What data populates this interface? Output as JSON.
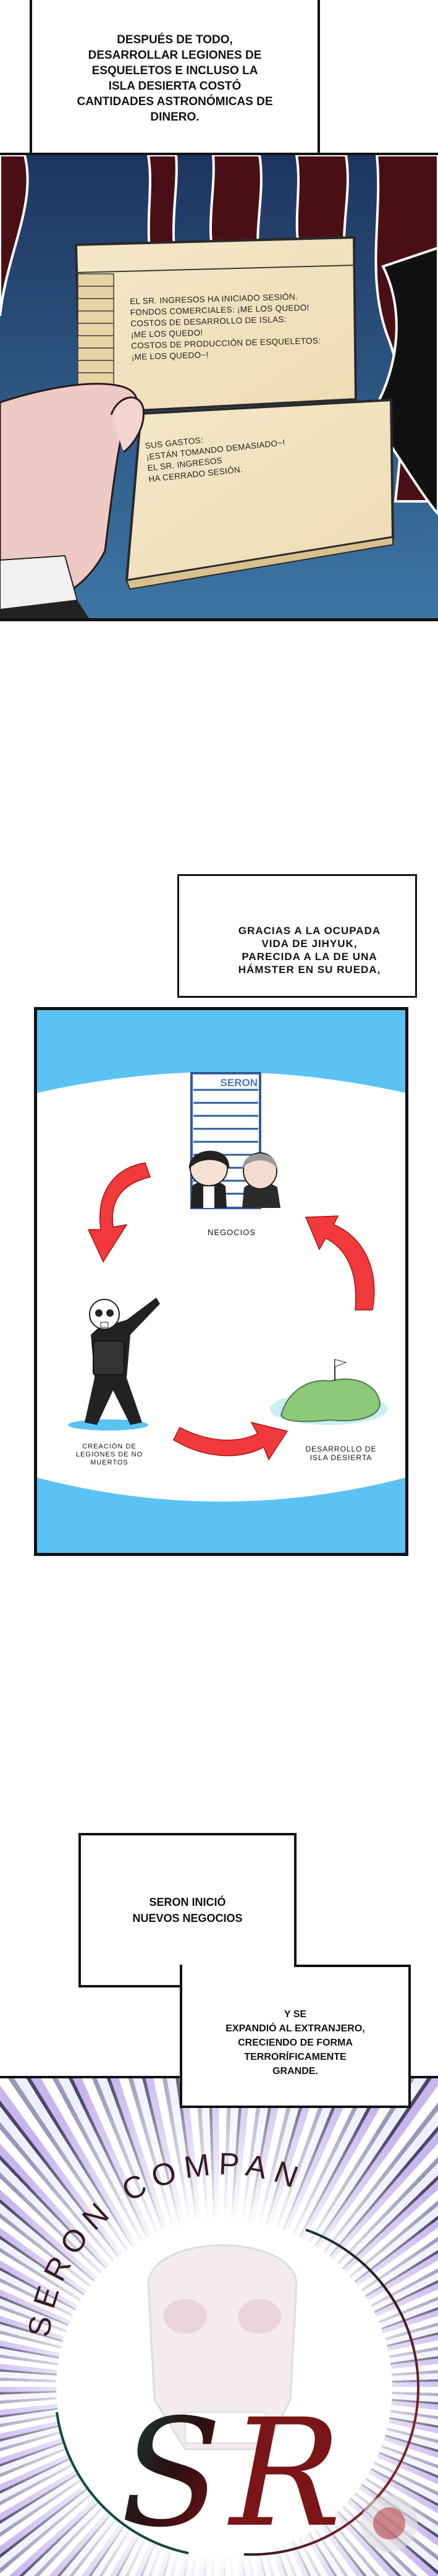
{
  "caption_intro": {
    "lines": [
      "DESPUÉS DE TODO,",
      "DESARROLLAR LEGIONES DE",
      "ESQUELETOS E INCLUSO LA",
      "ISLA DESIERTA COSTÓ",
      "CANTIDADES ASTRONÓMICAS DE",
      "DINERO."
    ]
  },
  "notebook": {
    "page_top_lines": [
      "EL SR. INGRESOS HA INICIADO SESIÓN.",
      "FONDOS COMERCIALES: ¡ME LOS QUEDO!",
      "COSTOS DE DESARROLLO DE ISLAS:",
      "¡ME LOS QUEDO!",
      "COSTOS DE PRODUCCIÓN DE ESQUELETOS:",
      "¡ME LOS QUEDO~!"
    ],
    "page_bottom_lines": [
      "SUS GASTOS:",
      "¡ESTÁN TOMANDO DEMASIADO~!",
      "EL SR. INGRESOS",
      "HA CERRADO SESIÓN."
    ]
  },
  "caption_hamster": {
    "lines": [
      "GRACIAS A LA OCUPADA",
      "VIDA DE JIHYUK,",
      "PARECIDA A LA DE UNA",
      "HÁMSTER EN SU RUEDA,"
    ]
  },
  "cycle_diagram": {
    "building_sign": "SERON",
    "stages": [
      {
        "label_lines": [
          "NEGOCIOS"
        ]
      },
      {
        "label_lines": [
          "DESARROLLO DE",
          "ISLA DESIERTA"
        ]
      },
      {
        "label_lines": [
          "CREACIÓN DE",
          "LEGIONES DE NO",
          "MUERTOS"
        ]
      }
    ],
    "colors": {
      "background": "#5bc2f4",
      "arrow": "#f2393b"
    }
  },
  "caption_expansion": {
    "part1_lines": [
      "SERON INICIÓ",
      "NUEVOS NEGOCIOS"
    ],
    "part2_lines": [
      "Y SE",
      "EXPANDIÓ AL EXTRANJERO,",
      "CRECIENDO DE FORMA",
      "TERRORÍFICAMENTE",
      "GRANDE."
    ]
  },
  "logo": {
    "ring_text": "SERON COMPANY",
    "monogram_s": "S",
    "monogram_r": "R",
    "colors": {
      "green": "#0f4a3c",
      "red": "#8a1518"
    }
  }
}
